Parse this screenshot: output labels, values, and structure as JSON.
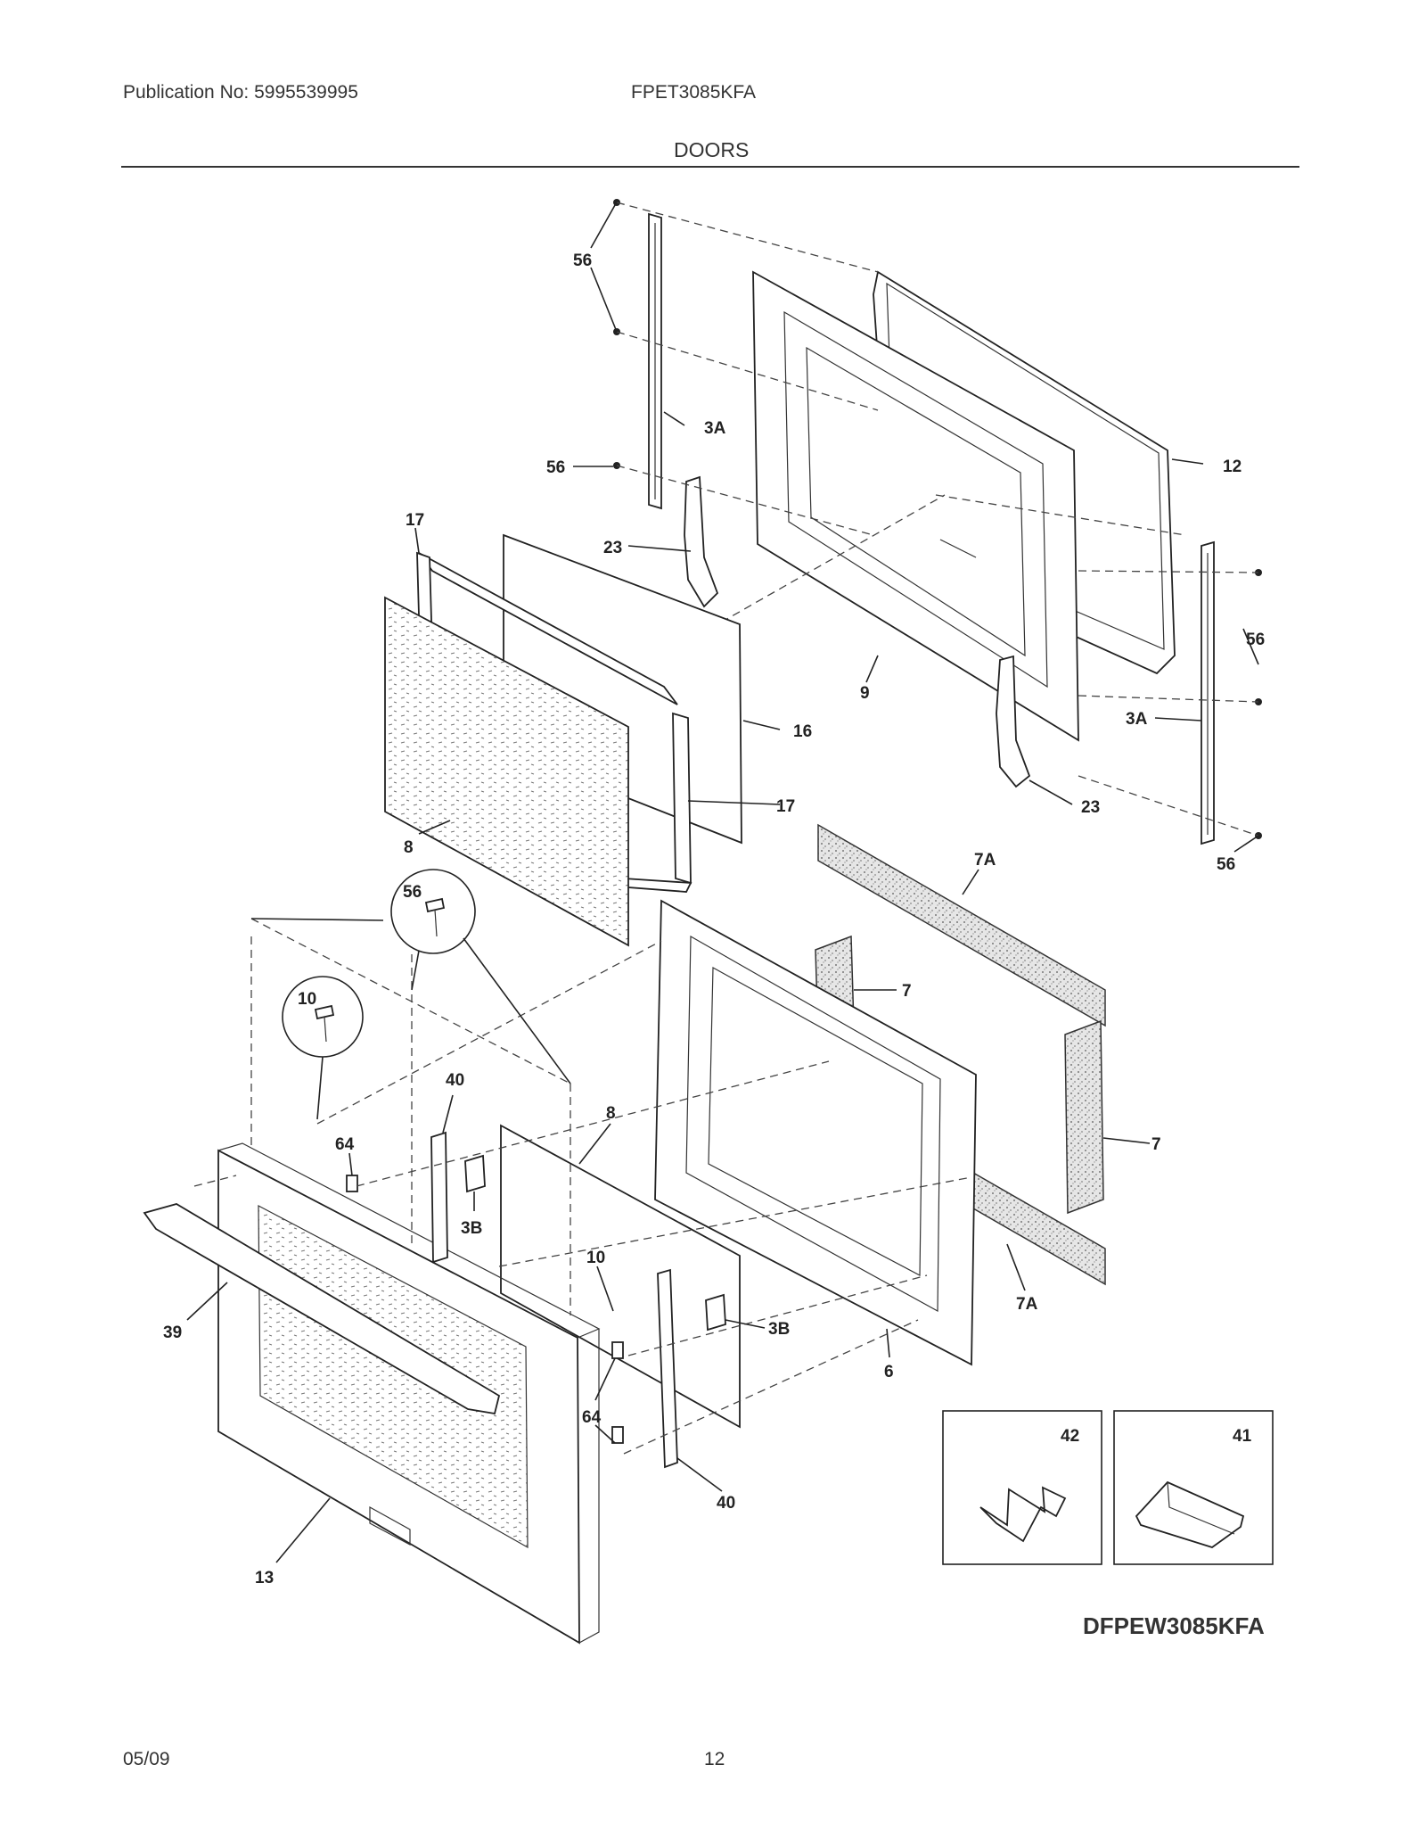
{
  "header": {
    "publication": "Publication No: 5995539995",
    "model": "FPET3085KFA",
    "section_title": "DOORS"
  },
  "footer": {
    "date": "05/09",
    "page_number": "12"
  },
  "diagram": {
    "model_code": "DFPEW3085KFA",
    "callouts": {
      "c56a": "56",
      "c3a_top": "3A",
      "c56b": "56",
      "c12": "12",
      "c17a": "17",
      "c23a": "23",
      "c16": "16",
      "c17b": "17",
      "c9": "9",
      "c56c": "56",
      "c3a_right": "3A",
      "c23b": "23",
      "c56d": "56",
      "c8a": "8",
      "c7a_top": "7A",
      "c7a": "7",
      "c7b": "7",
      "c56_inset": "56",
      "c10_inset": "10",
      "c40a": "40",
      "c64a": "64",
      "c8b": "8",
      "c3b_a": "3B",
      "c10": "10",
      "c3b_b": "3B",
      "c39": "39",
      "c7a_bottom": "7A",
      "c6": "6",
      "c64b": "64",
      "c40b": "40",
      "c13": "13",
      "c42": "42",
      "c41": "41"
    }
  }
}
